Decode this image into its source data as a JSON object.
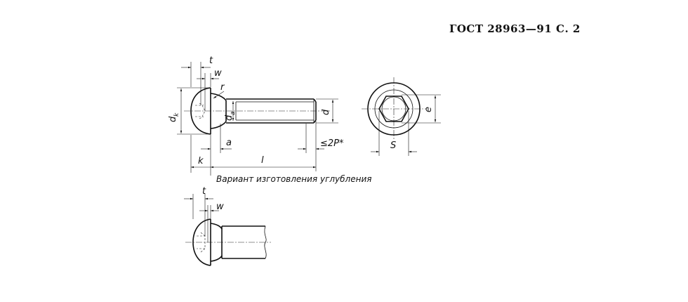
{
  "header": {
    "code": "ГОСТ 28963—91 С. 2"
  },
  "main_view": {
    "labels": {
      "t": "t",
      "w": "w",
      "r": "r",
      "dk": "d",
      "dk_sub": "k",
      "da": "d",
      "da_sub": "a",
      "d": "d",
      "a": "a",
      "l": "l",
      "k": "k",
      "thread_end": "≤2P*"
    }
  },
  "end_view": {
    "labels": {
      "e": "e",
      "s": "S"
    }
  },
  "variant_view": {
    "caption": "Вариант изготовления углубления",
    "labels": {
      "t": "t",
      "w": "w"
    }
  }
}
